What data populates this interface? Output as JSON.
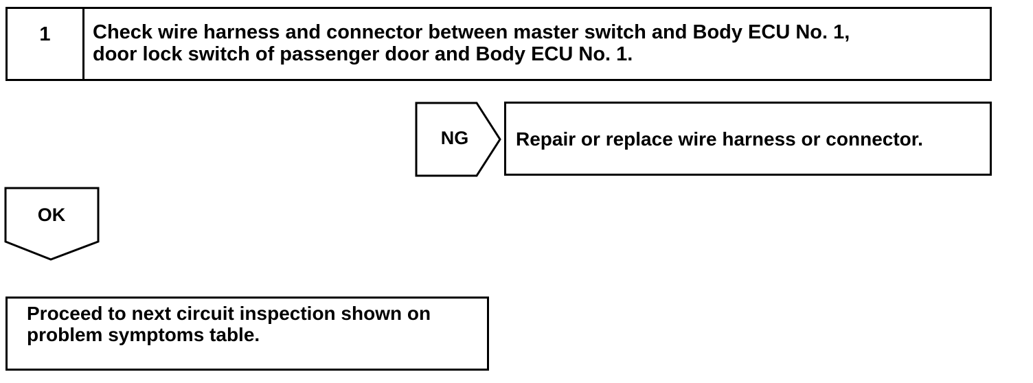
{
  "step": {
    "number": "1",
    "text_line1": "Check wire harness and connector between master switch and Body ECU No. 1,",
    "text_line2": "door lock switch of passenger door and Body ECU No. 1."
  },
  "ng_branch": {
    "label": "NG",
    "result_text": "Repair or replace wire harness or connector."
  },
  "ok_branch": {
    "label": "OK"
  },
  "next_step": {
    "text_line1": "Proceed to next circuit inspection shown on",
    "text_line2": "problem symptoms table."
  }
}
